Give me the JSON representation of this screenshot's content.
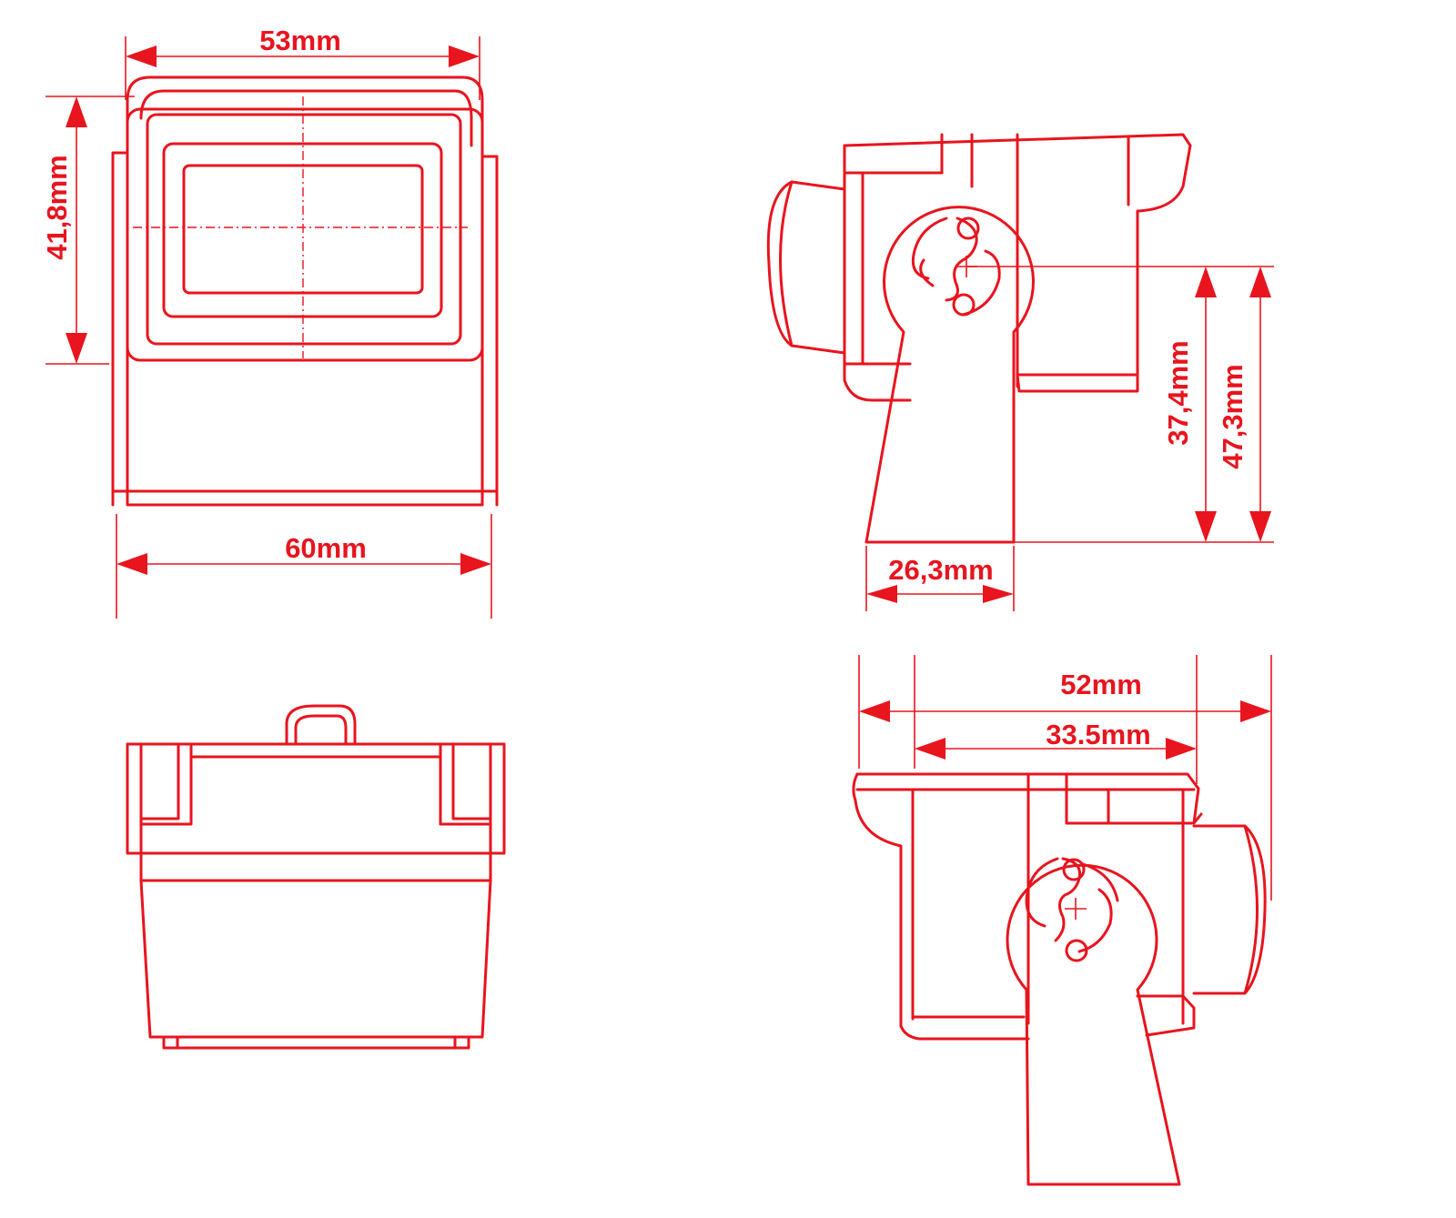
{
  "drawing": {
    "color": "#e8141e",
    "views": [
      "front-view",
      "side-view-right",
      "top-view",
      "side-view-left"
    ]
  },
  "dimensions": {
    "front_top_width": "53mm",
    "front_bottom_width": "60mm",
    "front_height": "41,8mm",
    "side_pivot_height": "37,4mm",
    "side_total_height": "47,3mm",
    "side_bracket_width": "26,3mm",
    "lower_total_width": "52mm",
    "lower_body_width": "33.5mm"
  }
}
